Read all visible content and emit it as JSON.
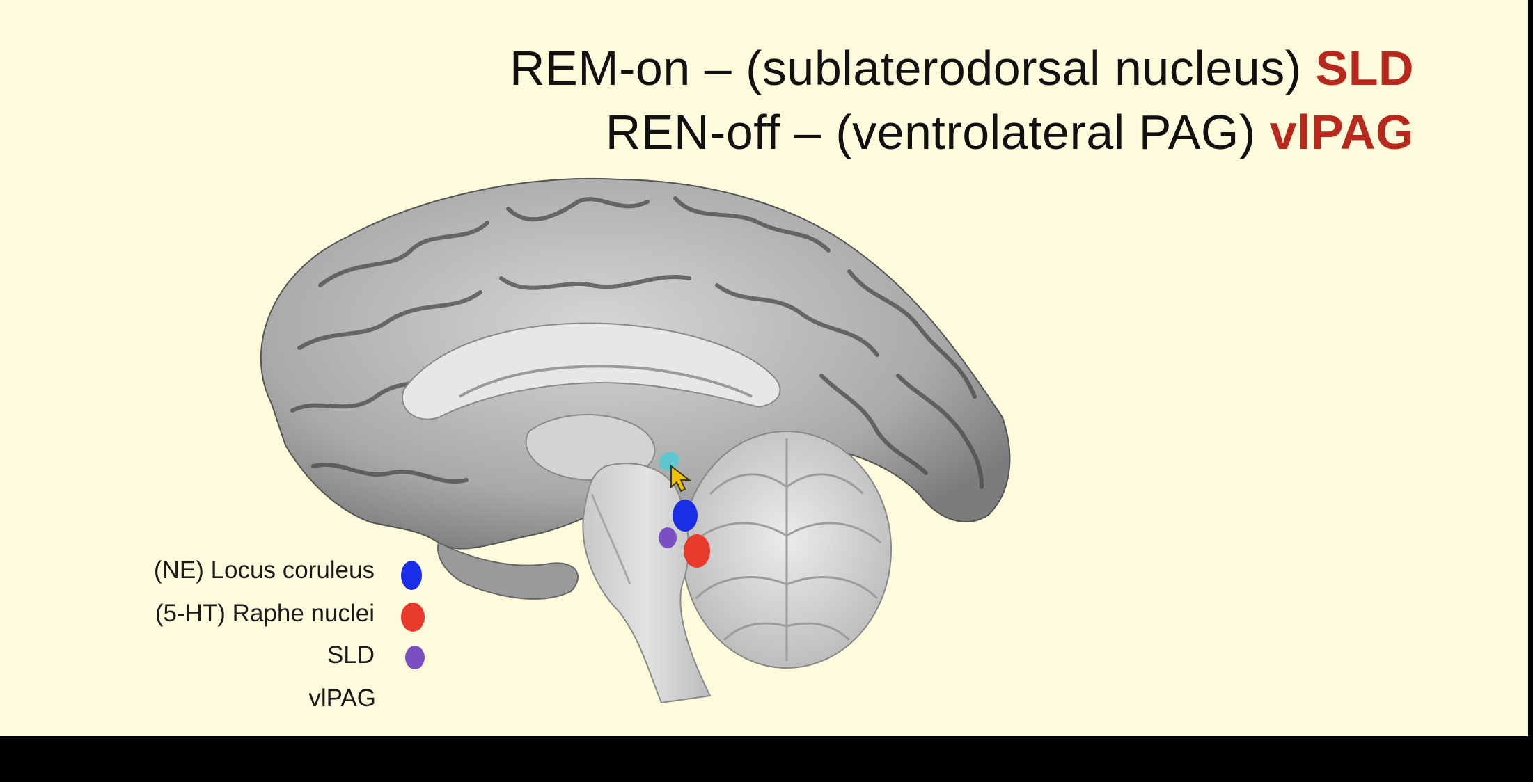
{
  "title": {
    "line1_text": "REM-on – (sublaterodorsal nucleus) ",
    "line1_accent": "SLD",
    "line2_text": "REN-off – (ventrolateral PAG) ",
    "line2_accent": "vlPAG",
    "accent_color": "#b8281c"
  },
  "legend": {
    "items": [
      {
        "label": "(NE) Locus coruleus",
        "color": "#1a2ee8"
      },
      {
        "label": "(5-HT) Raphe nuclei",
        "color": "#e83a2a"
      },
      {
        "label": "SLD",
        "color": "#7b4fc4"
      },
      {
        "label": "vlPAG",
        "color": "#5fc7cf"
      }
    ]
  },
  "colors": {
    "background": "#fefbdc",
    "letterbox": "#000000"
  }
}
